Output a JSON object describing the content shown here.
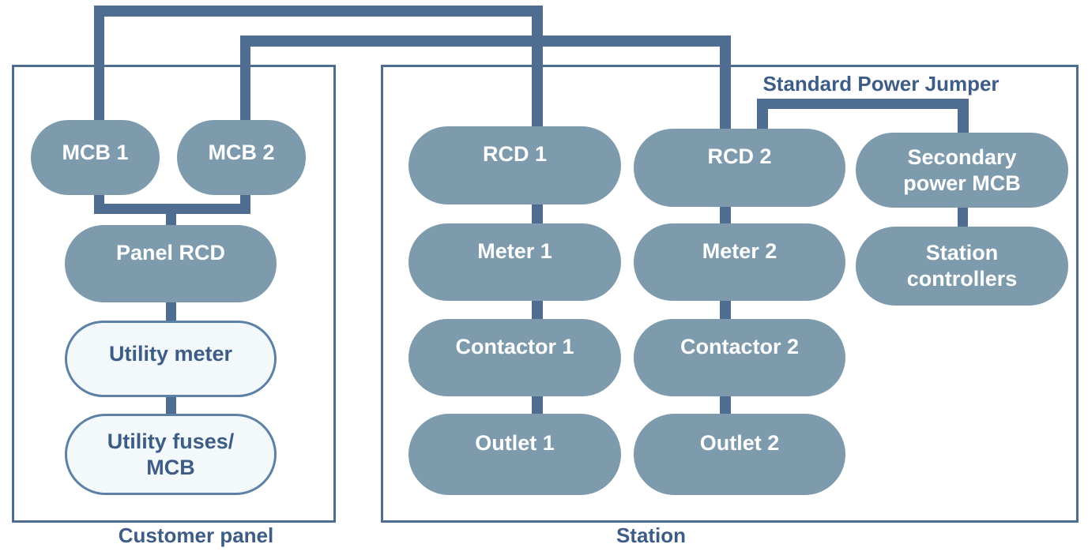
{
  "labels": {
    "customer_panel": "Customer panel",
    "station": "Station",
    "jumper": "Standard Power Jumper"
  },
  "nodes": {
    "mcb1": "MCB 1",
    "mcb2": "MCB 2",
    "panel_rcd": "Panel RCD",
    "utility_meter": "Utility meter",
    "utility_fuses_mcb": "Utility fuses/\nMCB",
    "rcd1": "RCD 1",
    "meter1": "Meter 1",
    "contactor1": "Contactor 1",
    "outlet1": "Outlet 1",
    "rcd2": "RCD 2",
    "meter2": "Meter 2",
    "contactor2": "Contactor 2",
    "outlet2": "Outlet 2",
    "secondary_power_mcb": "Secondary\npower MCB",
    "station_controllers": "Station\ncontrollers"
  },
  "colors": {
    "line": "#4e6d91",
    "node_fill": "#7d9bac",
    "node_text": "#ffffff",
    "light_node_fill": "#f3f8fb",
    "light_node_border": "#5d81a6",
    "label_text": "#3e5d86",
    "background": "#ffffff"
  }
}
